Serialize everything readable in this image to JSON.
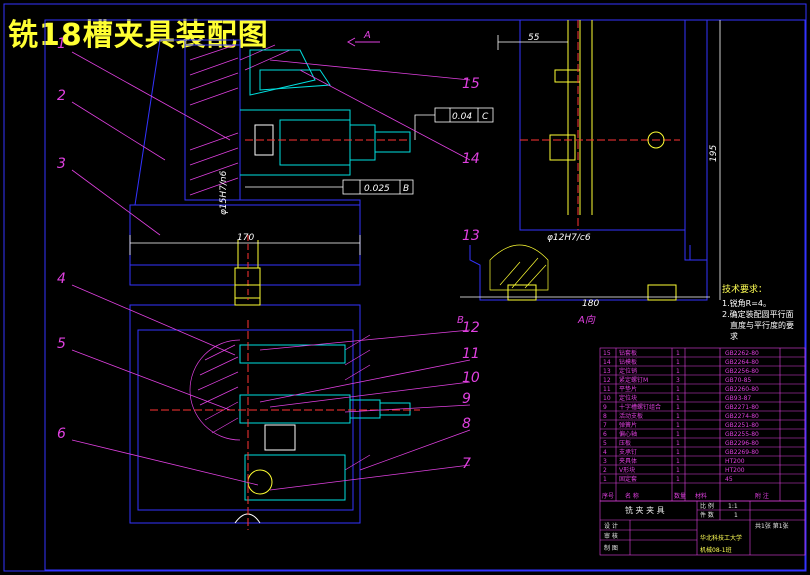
{
  "title": "铣18槽夹具装配图",
  "view_marks": {
    "a_top": "A",
    "a_right": "A向",
    "b_mark": "B"
  },
  "callouts": [
    "1",
    "2",
    "3",
    "4",
    "5",
    "6",
    "7",
    "8",
    "9",
    "10",
    "11",
    "12",
    "13",
    "14",
    "15"
  ],
  "dimensions": {
    "d170": "170",
    "d180": "180",
    "d55": "55",
    "d195": "195",
    "fit_15": "φ15H7/n6",
    "fit_12": "φ12H7/c6",
    "tol_c": "0.04",
    "tol_c_ref": "C",
    "tol_b": "0.025",
    "tol_b_ref": "B"
  },
  "requirements": {
    "heading": "技术要求：",
    "line1": "1.锐角R=4。",
    "line2": "2.确定装配圆平行面",
    "line3": "直度与平行度的要",
    "line4": "求"
  },
  "bom": [
    {
      "no": "15",
      "name": "钻套板",
      "qty": "1",
      "std": "GB2262-80"
    },
    {
      "no": "14",
      "name": "钻模板",
      "qty": "1",
      "std": "GB2264-80"
    },
    {
      "no": "13",
      "name": "定位销",
      "qty": "1",
      "std": "GB2256-80"
    },
    {
      "no": "12",
      "name": "紧定螺钉M",
      "qty": "3",
      "std": "GB70-85"
    },
    {
      "no": "11",
      "name": "平垫片",
      "qty": "1",
      "std": "GB2260-80"
    },
    {
      "no": "10",
      "name": "定位块",
      "qty": "1",
      "std": "GB93-87"
    },
    {
      "no": "9",
      "name": "十字槽螺钉组合",
      "qty": "1",
      "std": "GB2271-80"
    },
    {
      "no": "8",
      "name": "活动支板",
      "qty": "1",
      "std": "GB2274-80"
    },
    {
      "no": "7",
      "name": "弹簧片",
      "qty": "1",
      "std": "GB2251-80"
    },
    {
      "no": "6",
      "name": "偏心轴",
      "qty": "1",
      "std": "GB2255-80"
    },
    {
      "no": "5",
      "name": "压板",
      "qty": "1",
      "std": "GB2296-80"
    },
    {
      "no": "4",
      "name": "支承钉",
      "qty": "1",
      "std": "GB2269-80"
    },
    {
      "no": "3",
      "name": "夹具体",
      "qty": "1",
      "std": "HT200"
    },
    {
      "no": "2",
      "name": "V形块",
      "qty": "1",
      "std": "HT200"
    },
    {
      "no": "1",
      "name": "固定套",
      "qty": "1",
      "std": "45"
    }
  ],
  "bom_header": {
    "no": "序号",
    "name": "名 称",
    "qty": "数量",
    "mat": "材料",
    "note": "附 注"
  },
  "titleblock": {
    "name": "铣 夹 夹 具",
    "scale_label": "比 例",
    "scale": "1:1",
    "qty_label": "件 数",
    "qty": "1",
    "sheet": "共1张 第1张",
    "designer": "设 计",
    "checker": "审 核",
    "drawn": "制 图",
    "school": "华北科技工大学",
    "class": "机械08-1班"
  }
}
